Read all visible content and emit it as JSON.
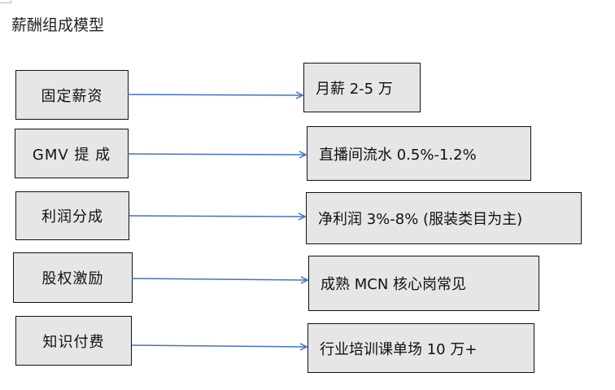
{
  "title": "薪酬组成模型",
  "rows": [
    {
      "category": "固定薪资",
      "detail": "月薪 2-5 万"
    },
    {
      "category": "GMV 提 成",
      "detail": "直播间流水 0.5%-1.2%"
    },
    {
      "category": "利润分成",
      "detail": "净利润 3%-8% (服装类目为主)"
    },
    {
      "category": "股权激励",
      "detail": "成熟 MCN 核心岗常见"
    },
    {
      "category": "知识付费",
      "detail": "行业培训课单场 10 万+"
    }
  ],
  "colors": {
    "arrow": "#4472c4",
    "box_fill": "#e6e6e6"
  }
}
